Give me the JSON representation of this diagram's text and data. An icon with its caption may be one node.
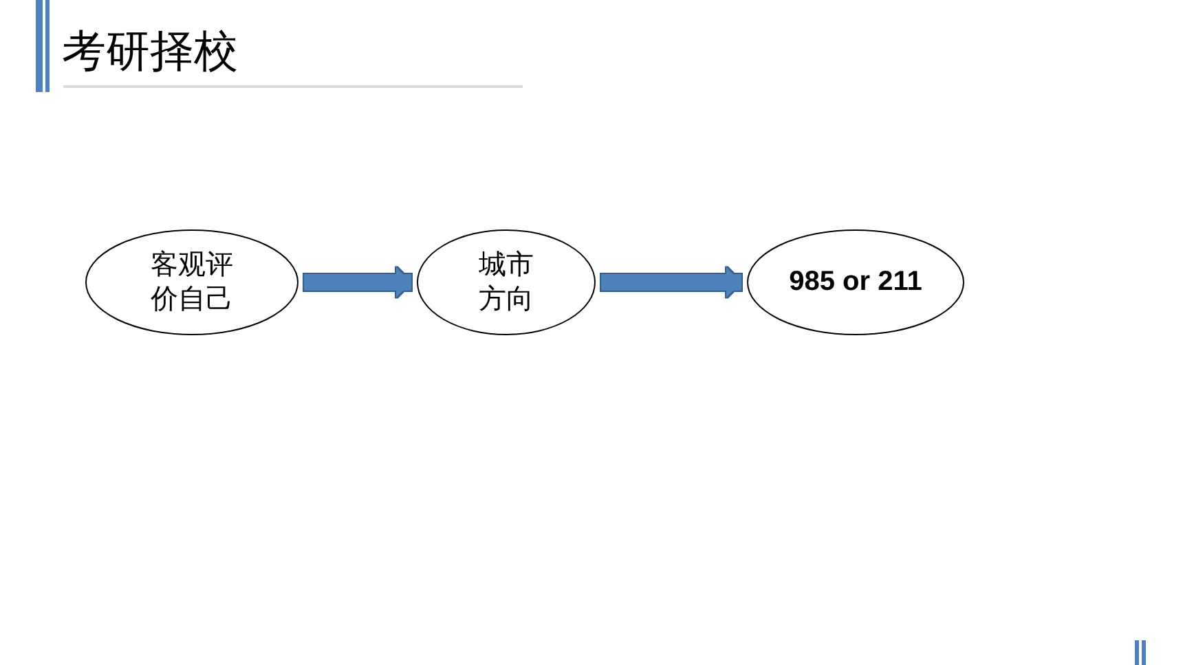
{
  "diagram": {
    "title": "考研择校",
    "nodes": [
      {
        "text": [
          "客观评价自己"
        ]
      },
      {
        "text": [
          "城市方向"
        ]
      },
      {
        "text": [
          "985 or 211"
        ]
      }
    ],
    "edges": [
      {
        "from": 0,
        "to": 1,
        "arrow": "to"
      },
      {
        "from": 1,
        "to": 2,
        "arrow": "to"
      }
    ]
  }
}
